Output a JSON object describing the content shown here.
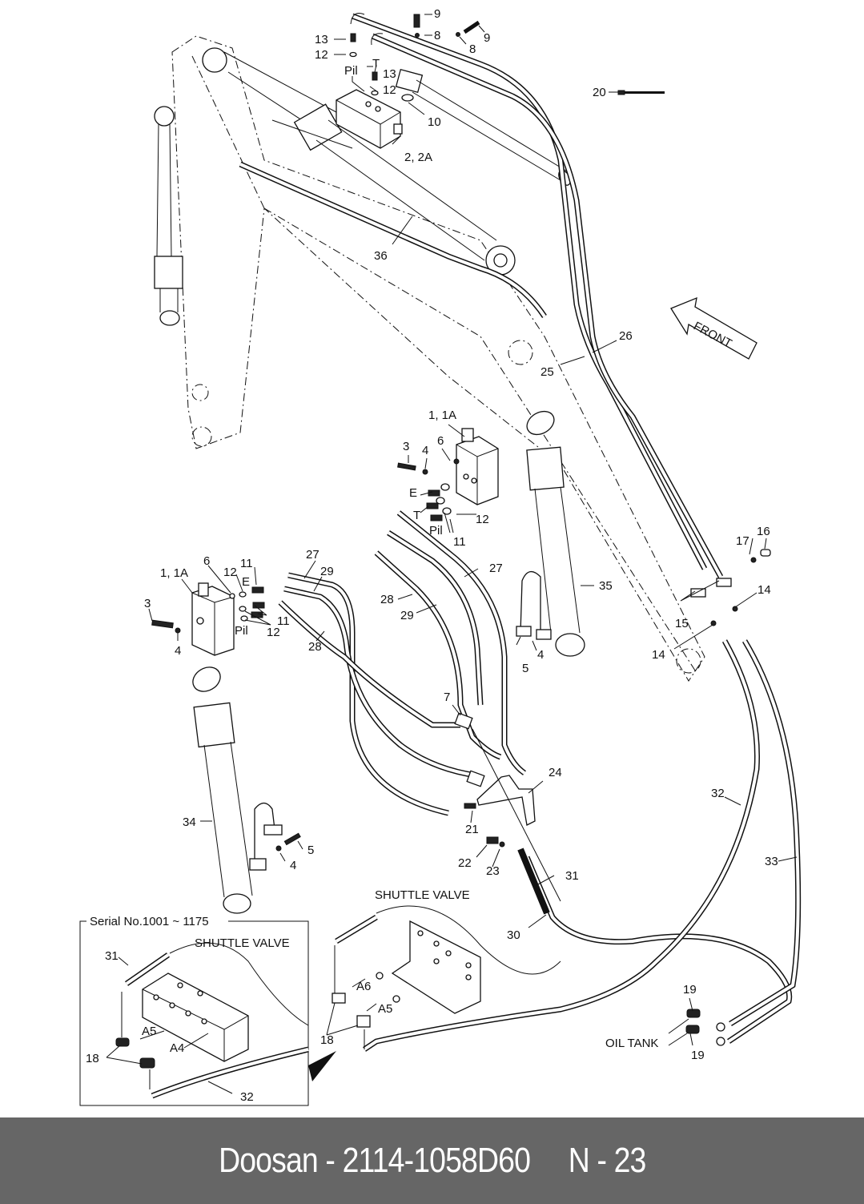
{
  "diagram": {
    "title": "Doosan hydraulic piping exploded parts diagram",
    "front_indicator": "FRONT",
    "callouts": {
      "c9a": "9",
      "c9b": "9",
      "c8a": "8",
      "c8b": "8",
      "c13a": "13",
      "c12a": "12",
      "c13b": "13",
      "c12b": "12",
      "pil_top": "Pil",
      "t_top": "T",
      "c10": "10",
      "c2": "2, 2A",
      "c20": "20",
      "c36": "36",
      "c26": "26",
      "c25": "25",
      "c1_right": "1, 1A",
      "c3_right": "3",
      "c4_right": "4",
      "c6_right": "6",
      "e_right": "E",
      "t_right": "T",
      "pil_right": "Pil",
      "c12_right": "12",
      "c11_right": "11",
      "c27_right": "27",
      "c28_right": "28",
      "c29_right": "29",
      "c35": "35",
      "c4_r2": "4",
      "c5_r2": "5",
      "c17": "17",
      "c16": "16",
      "c14a": "14",
      "c15": "15",
      "c14b": "14",
      "c1_left": "1, 1A",
      "c6_left": "6",
      "c12_left_a": "12",
      "c11_left_a": "11",
      "e_left": "E",
      "c11_left_b": "11",
      "c12_left_b": "12",
      "pil_left": "Pil",
      "c3_left": "3",
      "c4_left": "4",
      "c27_left": "27",
      "c29_left": "29",
      "c28_left": "28",
      "c7": "7",
      "c24": "24",
      "c21": "21",
      "c22": "22",
      "c23": "23",
      "c34": "34",
      "c5_left": "5",
      "c4_left2": "4",
      "c32": "32",
      "c33": "33",
      "c31": "31",
      "c30": "30",
      "shuttle_valve_main": "SHUTTLE VALVE",
      "a6": "A6",
      "a5_main": "A5",
      "c18_main": "18",
      "c19a": "19",
      "c19b": "19",
      "oil_tank": "OIL TANK"
    },
    "inset": {
      "title": "Serial No.1001 ~ 1175",
      "shuttle_valve": "SHUTTLE VALVE",
      "c31": "31",
      "a5": "A5",
      "a4": "A4",
      "c18": "18",
      "c32": "32"
    }
  },
  "footer": {
    "text": "Doosan - 2114-1058D60     N - 23"
  }
}
